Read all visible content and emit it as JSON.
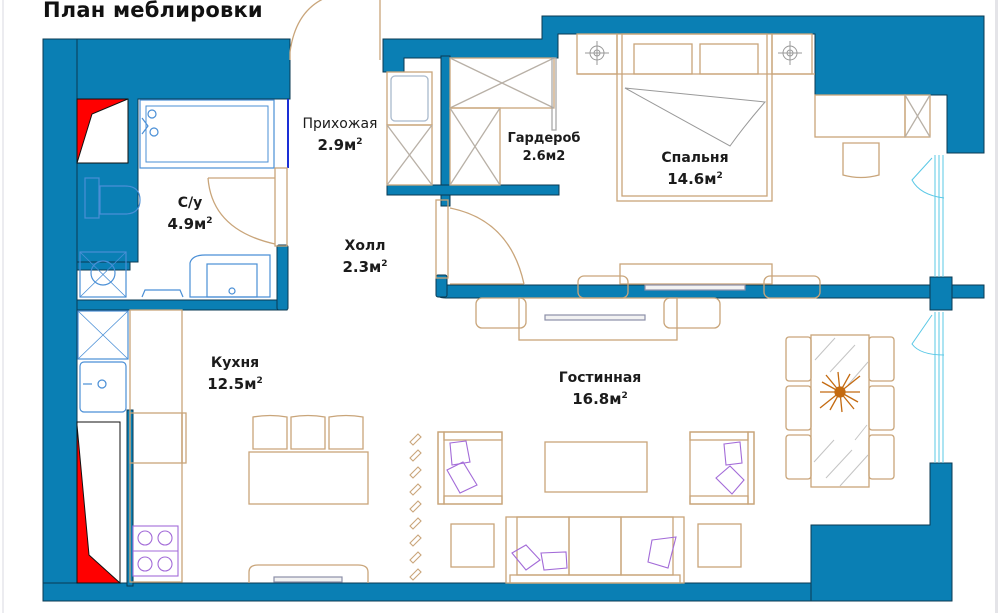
{
  "title": "План меблировки",
  "colors": {
    "wall": "#0a7fb4",
    "furniture": "#c9a57a",
    "plumbing": "#4a8fd6",
    "vent": "#ff0000",
    "accent_purple": "#a36bd8",
    "window": "#5ac8e6"
  },
  "rooms": [
    {
      "id": "hallway-entry",
      "name": "Прихожая",
      "area": "2.9м",
      "sup": "2"
    },
    {
      "id": "wardrobe",
      "name": "Гардероб",
      "area": "2.6м2",
      "sup": ""
    },
    {
      "id": "bedroom",
      "name": "Спальня",
      "area": "14.6м",
      "sup": "2"
    },
    {
      "id": "bathroom",
      "name": "С/у",
      "area": "4.9м",
      "sup": "2"
    },
    {
      "id": "hall",
      "name": "Холл",
      "area": "2.3м",
      "sup": "2"
    },
    {
      "id": "kitchen",
      "name": "Кухня",
      "area": "12.5м",
      "sup": "2"
    },
    {
      "id": "living-room",
      "name": "Гостинная",
      "area": "16.8м",
      "sup": "2"
    }
  ]
}
